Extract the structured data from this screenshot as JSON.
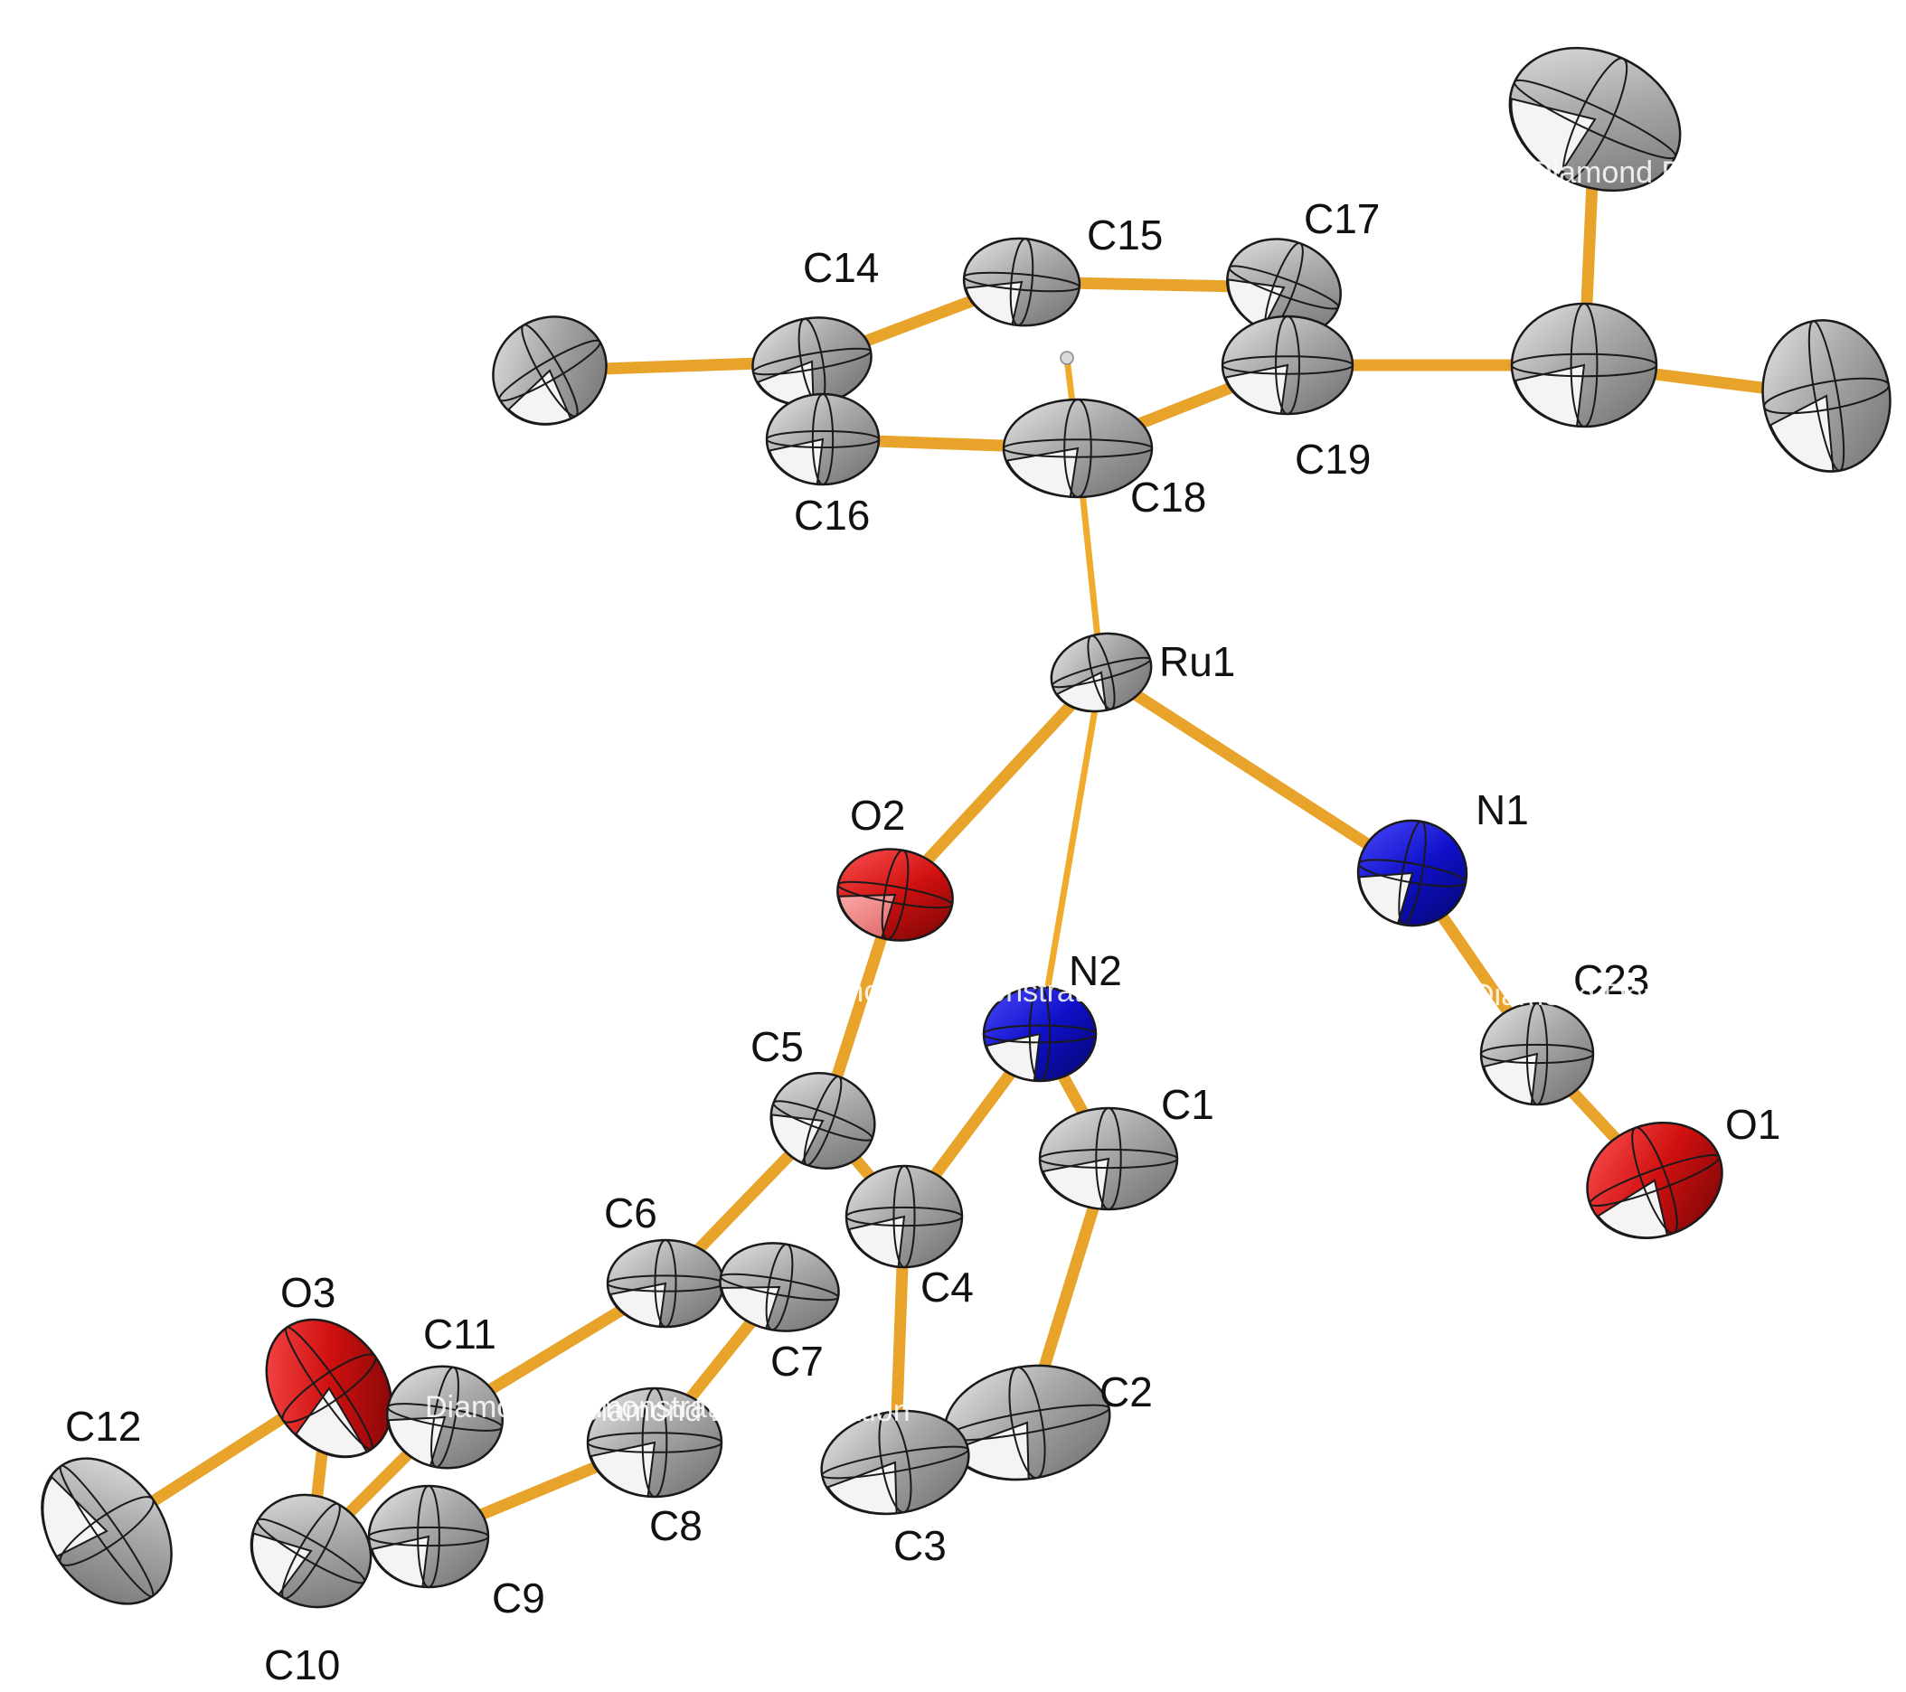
{
  "figure": {
    "watermarks": [
      "Diamond Demonstration",
      "Diamond Demonstration",
      "Diamond Demonstration",
      "Diamond Demonstration",
      "Diamond Demonstration"
    ]
  },
  "colors": {
    "bond": "#e8a32a",
    "carbon": "#a6a6a6",
    "nitrogen": "#1010c8",
    "oxygen": "#c81010",
    "ruthenium": "#a6a6a6",
    "background": "#ffffff"
  },
  "atoms": [
    {
      "id": "Ru1",
      "label": "Ru1",
      "element": "Ru"
    },
    {
      "id": "N1",
      "label": "N1",
      "element": "N"
    },
    {
      "id": "N2",
      "label": "N2",
      "element": "N"
    },
    {
      "id": "O1",
      "label": "O1",
      "element": "O"
    },
    {
      "id": "O2",
      "label": "O2",
      "element": "O"
    },
    {
      "id": "O3",
      "label": "O3",
      "element": "O"
    },
    {
      "id": "C1",
      "label": "C1",
      "element": "C"
    },
    {
      "id": "C2",
      "label": "C2",
      "element": "C"
    },
    {
      "id": "C3",
      "label": "C3",
      "element": "C"
    },
    {
      "id": "C4",
      "label": "C4",
      "element": "C"
    },
    {
      "id": "C5",
      "label": "C5",
      "element": "C"
    },
    {
      "id": "C6",
      "label": "C6",
      "element": "C"
    },
    {
      "id": "C7",
      "label": "C7",
      "element": "C"
    },
    {
      "id": "C8",
      "label": "C8",
      "element": "C"
    },
    {
      "id": "C9",
      "label": "C9",
      "element": "C"
    },
    {
      "id": "C10",
      "label": "C10",
      "element": "C"
    },
    {
      "id": "C11",
      "label": "C11",
      "element": "C"
    },
    {
      "id": "C12",
      "label": "C12",
      "element": "C"
    },
    {
      "id": "C14",
      "label": "C14",
      "element": "C"
    },
    {
      "id": "C15",
      "label": "C15",
      "element": "C"
    },
    {
      "id": "C16",
      "label": "C16",
      "element": "C"
    },
    {
      "id": "C17",
      "label": "C17",
      "element": "C"
    },
    {
      "id": "C18",
      "label": "C18",
      "element": "C"
    },
    {
      "id": "C19",
      "label": "C19",
      "element": "C"
    },
    {
      "id": "C23",
      "label": "C23",
      "element": "C"
    },
    {
      "id": "Cme",
      "label": "",
      "element": "C"
    },
    {
      "id": "Cipr",
      "label": "",
      "element": "C"
    },
    {
      "id": "Ciprt",
      "label": "",
      "element": "C"
    },
    {
      "id": "Ciprr",
      "label": "",
      "element": "C"
    },
    {
      "id": "H18",
      "label": "",
      "element": "H"
    }
  ],
  "bonds": [
    [
      "Ru1",
      "C18",
      "thin"
    ],
    [
      "Ru1",
      "O2",
      "main"
    ],
    [
      "Ru1",
      "N2",
      "thin"
    ],
    [
      "Ru1",
      "N1",
      "main"
    ],
    [
      "N1",
      "C23",
      "main"
    ],
    [
      "C23",
      "O1",
      "main"
    ],
    [
      "O2",
      "C5",
      "main"
    ],
    [
      "C5",
      "C4",
      "main"
    ],
    [
      "C5",
      "C6",
      "main"
    ],
    [
      "N2",
      "C4",
      "main"
    ],
    [
      "N2",
      "C1",
      "main"
    ],
    [
      "C1",
      "C2",
      "main"
    ],
    [
      "C2",
      "C3",
      "main"
    ],
    [
      "C3",
      "C4",
      "main"
    ],
    [
      "C6",
      "C7",
      "main"
    ],
    [
      "C6",
      "C11",
      "main"
    ],
    [
      "C7",
      "C8",
      "main"
    ],
    [
      "C8",
      "C9",
      "main"
    ],
    [
      "C9",
      "C10",
      "main"
    ],
    [
      "C10",
      "C11",
      "main"
    ],
    [
      "C11",
      "O3",
      "main"
    ],
    [
      "O3",
      "C12",
      "main"
    ],
    [
      "O3",
      "C10",
      "main"
    ],
    [
      "C14",
      "C15",
      "main"
    ],
    [
      "C15",
      "C17",
      "main"
    ],
    [
      "C17",
      "C19",
      "main"
    ],
    [
      "C19",
      "C18",
      "main"
    ],
    [
      "C18",
      "C16",
      "main"
    ],
    [
      "C16",
      "C14",
      "main"
    ],
    [
      "C14",
      "Cme",
      "main"
    ],
    [
      "C19",
      "Cipr",
      "main"
    ],
    [
      "Cipr",
      "Ciprt",
      "main"
    ],
    [
      "Cipr",
      "Ciprr",
      "main"
    ],
    [
      "C18",
      "H18",
      "thin"
    ]
  ]
}
